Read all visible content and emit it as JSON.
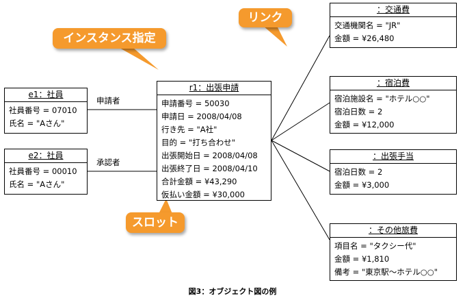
{
  "callouts": {
    "instance": "インスタンス指定",
    "link": "リンク",
    "slot": "スロット"
  },
  "objects": {
    "e1": {
      "title": "e1：社員",
      "slots": [
        "社員番号 = 07010",
        "氏名 = \"Aさん\""
      ]
    },
    "e2": {
      "title": "e2：社員",
      "slots": [
        "社員番号 = 00010",
        "氏名 = \"Aさん\""
      ]
    },
    "r1": {
      "title": "r1：出張申請",
      "slots": [
        "申請番号 = 50030",
        "申請日 = 2008/04/08",
        "行き先 = \"A社\"",
        "目的 = \"打ち合わせ\"",
        "出張開始日 = 2008/04/08",
        "出張終了日 = 2008/04/10",
        "合計金額 = ¥43,290",
        "仮払い金額 = ¥30,000"
      ]
    },
    "transport": {
      "title": "：交通費",
      "slots": [
        "交通機関名 = \"JR\"",
        "金額 = ¥26,480"
      ]
    },
    "lodging": {
      "title": "：宿泊費",
      "slots": [
        "宿泊施設名 = \"ホテル○○\"",
        "宿泊日数 = 2",
        "金額 = ¥12,000"
      ]
    },
    "allowance": {
      "title": "：出張手当",
      "slots": [
        "宿泊日数 = 2",
        "金額 = ¥3,000"
      ]
    },
    "other": {
      "title": "：その他旅費",
      "slots": [
        "項目名 = \"タクシー代\"",
        "金額 = ¥1,810",
        "備考 = \"東京駅～ホテル○○\""
      ]
    }
  },
  "links": {
    "applicant": "申請者",
    "approver": "承認者"
  },
  "caption": "図3：オブジェクト図の例",
  "colors": {
    "callout": "#F59A2D",
    "line": "#000000"
  }
}
